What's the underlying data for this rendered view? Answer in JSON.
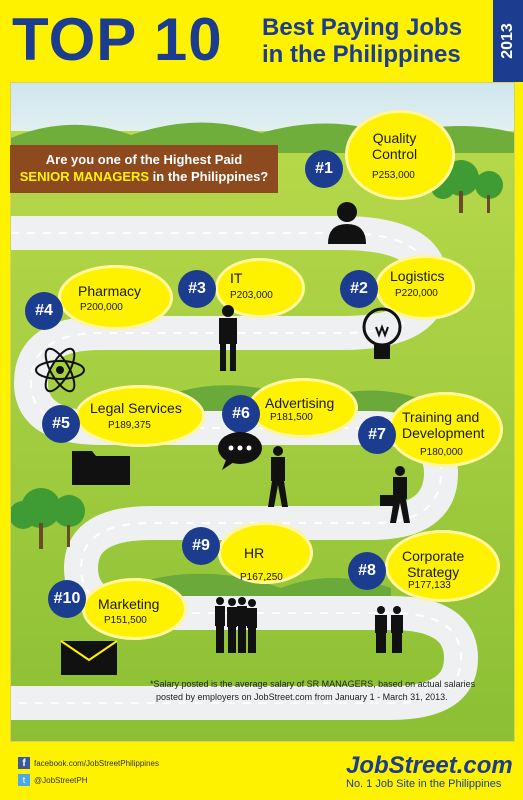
{
  "header": {
    "top10": "TOP 10",
    "headline_line1": "Best Paying Jobs",
    "headline_line2": "in the Philippines",
    "year": "2013"
  },
  "question": {
    "line1": "Are you one of the Highest Paid",
    "highlight": "SENIOR MANAGERS",
    "line2_rest": " in the Philippines?"
  },
  "jobs": [
    {
      "rank": "#1",
      "title_line1": "Quality",
      "title_line2": "Control",
      "salary": "P253,000",
      "icon": "manager-silhouette-icon"
    },
    {
      "rank": "#2",
      "title_line1": "Logistics",
      "title_line2": "",
      "salary": "P220,000",
      "icon": "lightbulb-icon"
    },
    {
      "rank": "#3",
      "title_line1": "IT",
      "title_line2": "",
      "salary": "P203,000",
      "icon": "standing-man-icon"
    },
    {
      "rank": "#4",
      "title_line1": "Pharmacy",
      "title_line2": "",
      "salary": "P200,000",
      "icon": "atom-icon"
    },
    {
      "rank": "#5",
      "title_line1": "Legal Services",
      "title_line2": "",
      "salary": "P189,375",
      "icon": "folder-icon"
    },
    {
      "rank": "#6",
      "title_line1": "Advertising",
      "title_line2": "",
      "salary": "P181,500",
      "icon": "speech-bubble-icon"
    },
    {
      "rank": "#7",
      "title_line1": "Training and",
      "title_line2": "Development",
      "salary": "P180,000",
      "icon": "briefcase-man-icon"
    },
    {
      "rank": "#8",
      "title_line1": "Corporate",
      "title_line2": "Strategy",
      "salary": "P177,133",
      "icon": "two-men-icon"
    },
    {
      "rank": "#9",
      "title_line1": "HR",
      "title_line2": "",
      "salary": "P167,250",
      "icon": "group-people-icon"
    },
    {
      "rank": "#10",
      "title_line1": "Marketing",
      "title_line2": "",
      "salary": "P151,500",
      "icon": "envelope-icon"
    }
  ],
  "note": {
    "line1": "*Salary posted is the average salary of SR MANAGERS, based on actual salaries",
    "line2": "posted by employers on JobStreet.com from January 1 - March 31, 2013."
  },
  "footer": {
    "facebook": "facebook.com/JobStreetPhilippines",
    "twitter": "@JobStreetPH",
    "brand": "JobStreet.com",
    "tagline": "No. 1 Job Site in the Philippines"
  },
  "colors": {
    "accent_yellow": "#fff200",
    "navy": "#1b3c8f",
    "grass": "#9ccb3b",
    "road": "#eef0f2",
    "question_bar": "#8e4a1f"
  }
}
